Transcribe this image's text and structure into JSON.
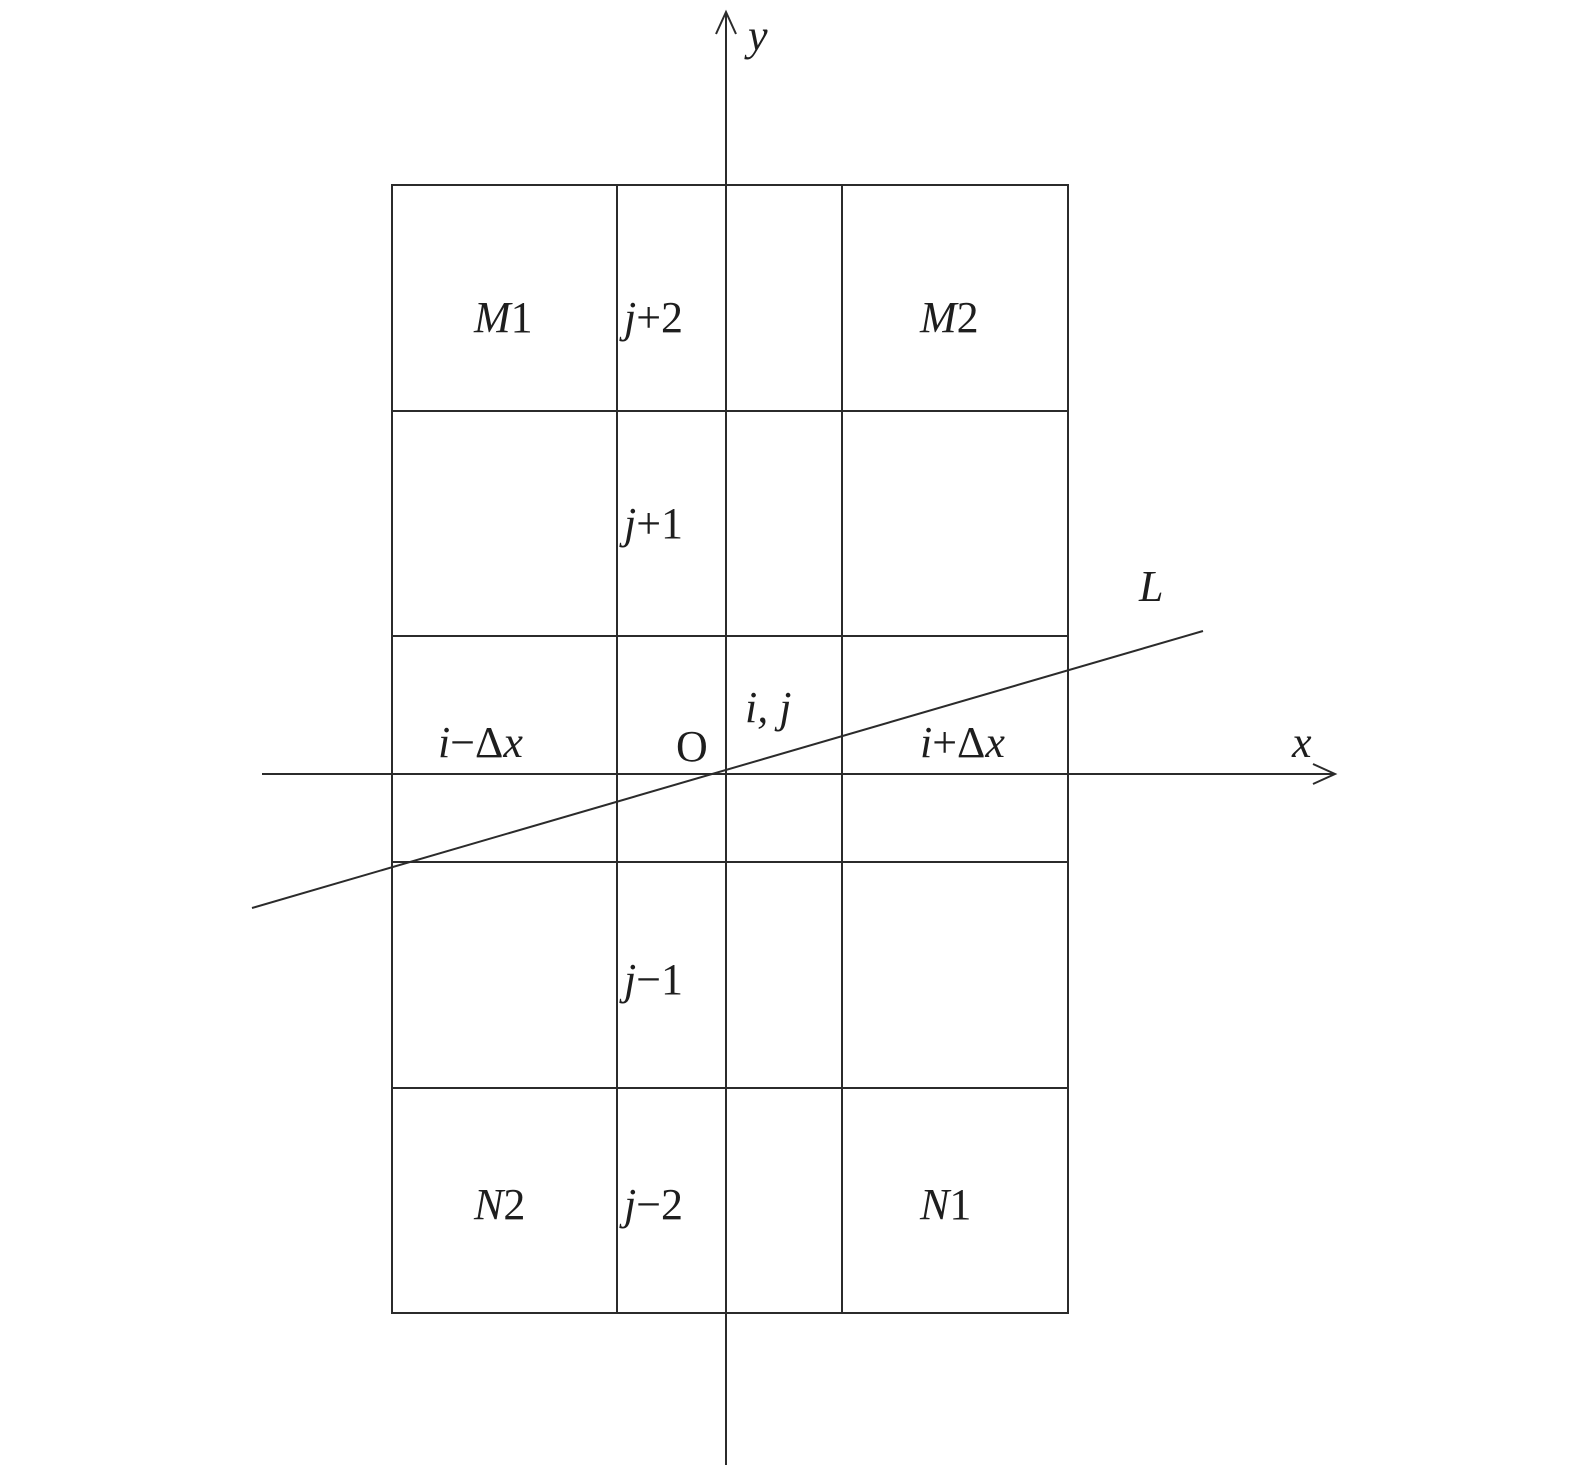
{
  "axes": {
    "x_label": "x",
    "y_label": "y",
    "origin_label": "O"
  },
  "line_label": "L",
  "cells": {
    "top_left": {
      "letter": "M",
      "number": "1"
    },
    "top_right": {
      "letter": "M",
      "number": "2"
    },
    "bottom_left": {
      "letter": "N",
      "number": "2"
    },
    "bottom_right": {
      "letter": "N",
      "number": "1"
    },
    "row_plus2": {
      "var": "j",
      "rest": "+2"
    },
    "row_plus1": {
      "var": "j",
      "rest": "+1"
    },
    "row_minus1": {
      "var": "j",
      "rest": "−1"
    },
    "row_minus2": {
      "var": "j",
      "rest": "−2"
    },
    "left_center": {
      "var": "i",
      "op": "−Δ",
      "var2": "x"
    },
    "right_center": {
      "var": "i",
      "op": "+Δ",
      "var2": "x"
    },
    "center": {
      "text": "i, j"
    }
  }
}
